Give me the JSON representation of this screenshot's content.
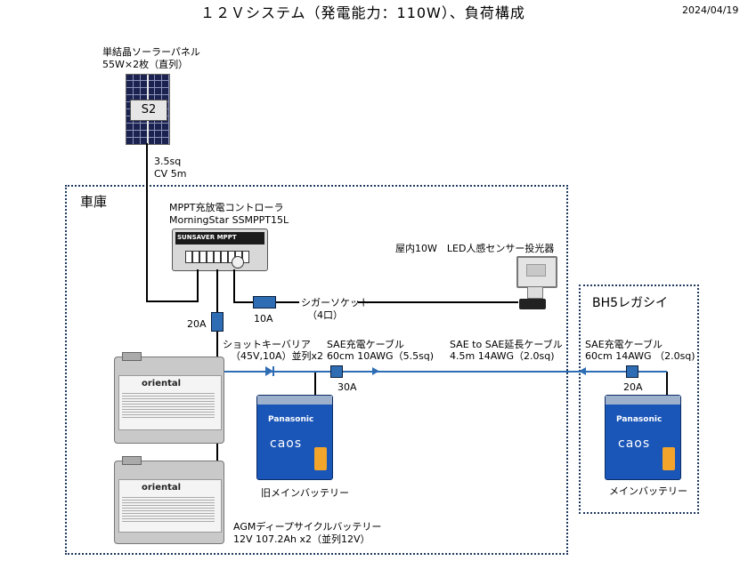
{
  "header": {
    "title": "１２Ｖシステム（発電能力：110W）、負荷構成",
    "date": "2024/04/19"
  },
  "solar_panel": {
    "label_line1": "単結晶ソーラーパネル",
    "label_line2": "55W×2枚（直列）",
    "tag": "S2"
  },
  "cable_panel": {
    "line1": "3.5sq",
    "line2": "CV 5m"
  },
  "garage": {
    "label": "車庫"
  },
  "controller": {
    "line1": "MPPT充放電コントローラ",
    "line2": "MorningStar SSMPPT15L",
    "brand": "SUNSAVER MPPT"
  },
  "led_light": {
    "label": "屋内10W　LED人感センサー投光器"
  },
  "cigar_socket": {
    "line1": "シガーソケット",
    "line2": "（4口）"
  },
  "fuses": {
    "cigar": "10A",
    "controller": "20A",
    "trailer": "30A",
    "car": "20A"
  },
  "diode": {
    "line1": "ショットキーバリア",
    "line2": "（45V,10A）並列x2"
  },
  "cable_sae1": {
    "line1": "SAE充電ケーブル",
    "line2": "60cm 10AWG（5.5sq)"
  },
  "cable_ext": {
    "line1": "SAE to SAE延長ケーブル",
    "line2": "4.5m 14AWG（2.0sq)"
  },
  "cable_sae2": {
    "line1": "SAE充電ケーブル",
    "line2": "60cm 14AWG （2.0sq)"
  },
  "car": {
    "label": "BH5レガシイ"
  },
  "batteries": {
    "agm_brand": "oriental",
    "agm_line1": "AGMディープサイクルバッテリー",
    "agm_line2": "12V 107.2Ah x2（並列12V）",
    "caos_brand": "Panasonic",
    "caos_model": "caos",
    "old_main_label": "旧メインバッテリー",
    "main_label": "メインバッテリー"
  },
  "colors": {
    "wire": "#000000",
    "cable": "#2e6db4",
    "frame": "#1f3a5f",
    "caos_blue": "#1a55b8"
  }
}
